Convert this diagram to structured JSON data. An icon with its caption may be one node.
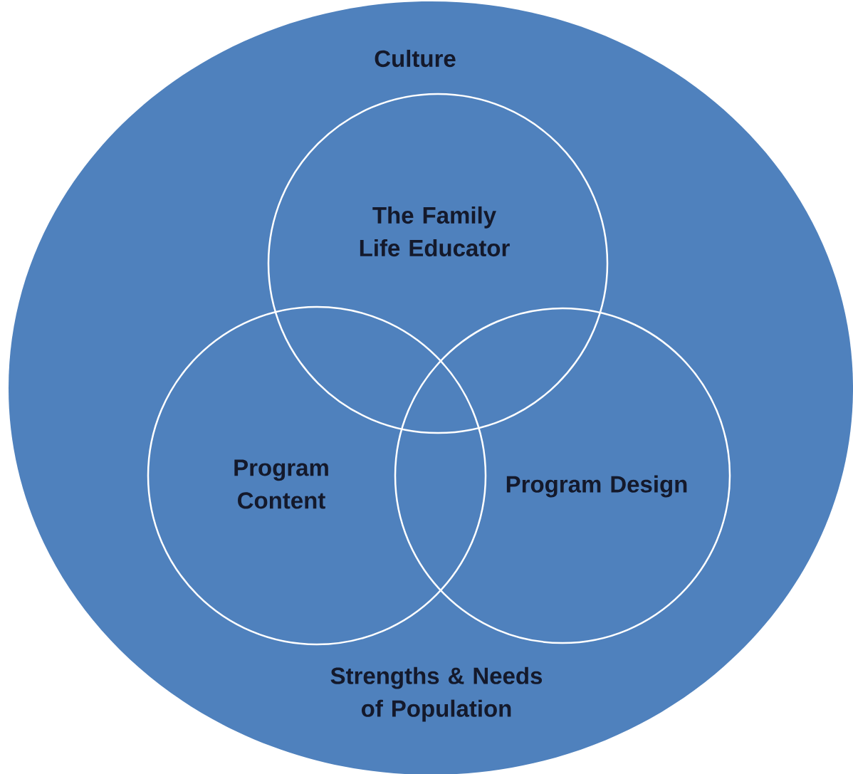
{
  "diagram": {
    "nodes": [
      {
        "text": [
          "Culture",
          "Strengths & Needs of Population"
        ]
      },
      {
        "text": [
          "The Family Life Educator"
        ],
        "in": 0
      },
      {
        "text": [
          "Program Content"
        ],
        "in": 0
      },
      {
        "text": [
          "Program Design"
        ],
        "in": 0
      }
    ]
  }
}
